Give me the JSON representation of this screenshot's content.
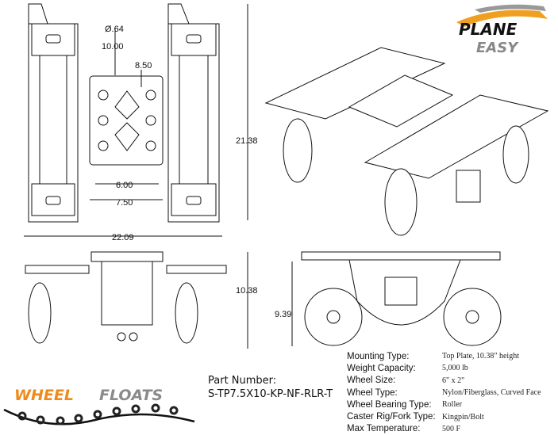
{
  "logos": {
    "brand_top": {
      "line1": "PLANE",
      "line2": "EASY",
      "accent": "#f0a020"
    },
    "brand_bottom": {
      "word1": "WHEEL",
      "word2": "FLOATS",
      "accent": "#ee8a1a",
      "gray": "#8a8a8a"
    }
  },
  "dimensions": {
    "hole_dia": "Ø.64",
    "plate_len": "10.00",
    "plate_bolt_len": "8.50",
    "overall_length": "21.38",
    "bolt_width": "6.00",
    "plate_width": "7.50",
    "overall_width": "22.09",
    "overall_height": "10.38",
    "side_height": "9.39"
  },
  "part": {
    "label": "Part Number:",
    "value": "S-TP7.5X10-KP-NF-RLR-T"
  },
  "specs": [
    {
      "key": "Mounting Type:",
      "value": "Top Plate, 10.38\" height"
    },
    {
      "key": "Weight Capacity:",
      "value": "5,000 lb"
    },
    {
      "key": "Wheel Size:",
      "value": "6\" x 2\""
    },
    {
      "key": "Wheel Type:",
      "value": "Nylon/Fiberglass, Curved Face"
    },
    {
      "key": "Wheel Bearing Type:",
      "value": "Roller"
    },
    {
      "key": "Caster Rig/Fork Type:",
      "value": "Kingpin/Bolt"
    },
    {
      "key": "Max Temperature:",
      "value": "500 F"
    }
  ]
}
